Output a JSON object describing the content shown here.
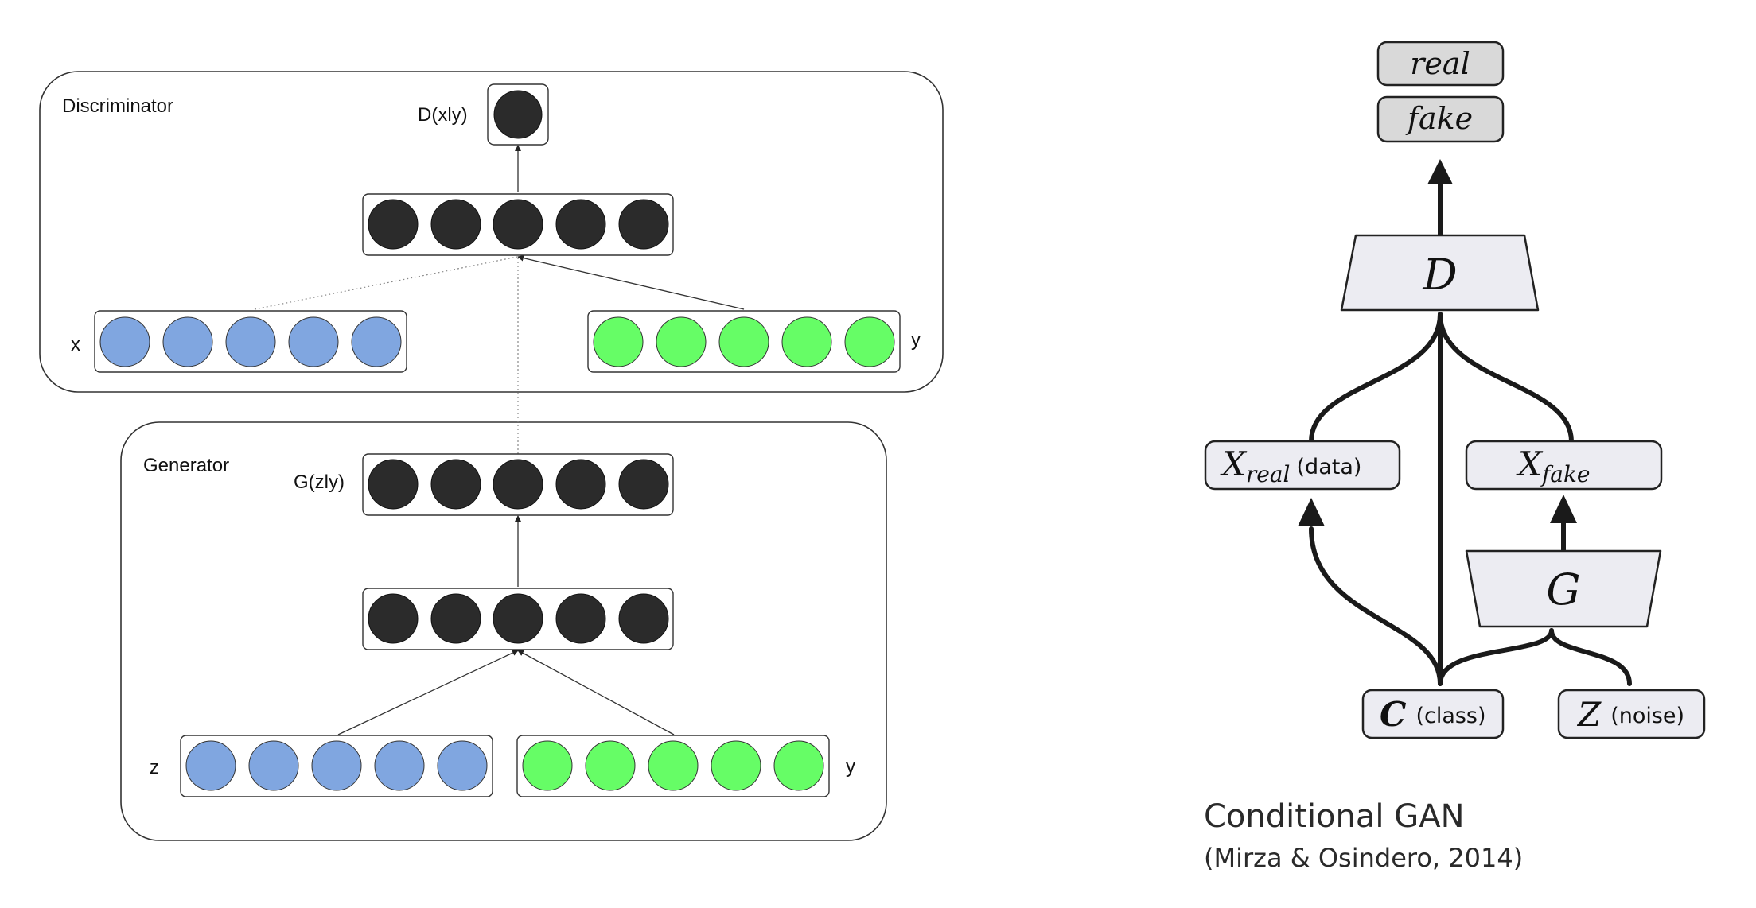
{
  "left_diagram": {
    "discriminator_label": "Discriminator",
    "generator_label": "Generator",
    "d_output_label": "D(xly)",
    "g_output_label": "G(zly)",
    "x_label": "x",
    "y_label_disc": "y",
    "z_label": "z",
    "y_label_gen": "y",
    "colors": {
      "dark_node": "#2b2b2b",
      "blue_node": "#80a6e0",
      "green_node": "#66fd66"
    }
  },
  "right_diagram": {
    "out_real": "real",
    "out_fake": "fake",
    "disc_block": "D",
    "gen_block": "G",
    "x_real_base": "X",
    "x_real_sub": "real",
    "x_real_note": "(data)",
    "x_fake_base": "X",
    "x_fake_sub": "fake",
    "c_symbol": "C",
    "c_note": "(class)",
    "z_symbol": "Z",
    "z_note": "(noise)",
    "colors": {
      "box_fill": "#ececf2",
      "output_fill": "#d9d9d9"
    }
  },
  "caption": {
    "title": "Conditional GAN",
    "subtitle": "(Mirza & Osindero, 2014)"
  }
}
